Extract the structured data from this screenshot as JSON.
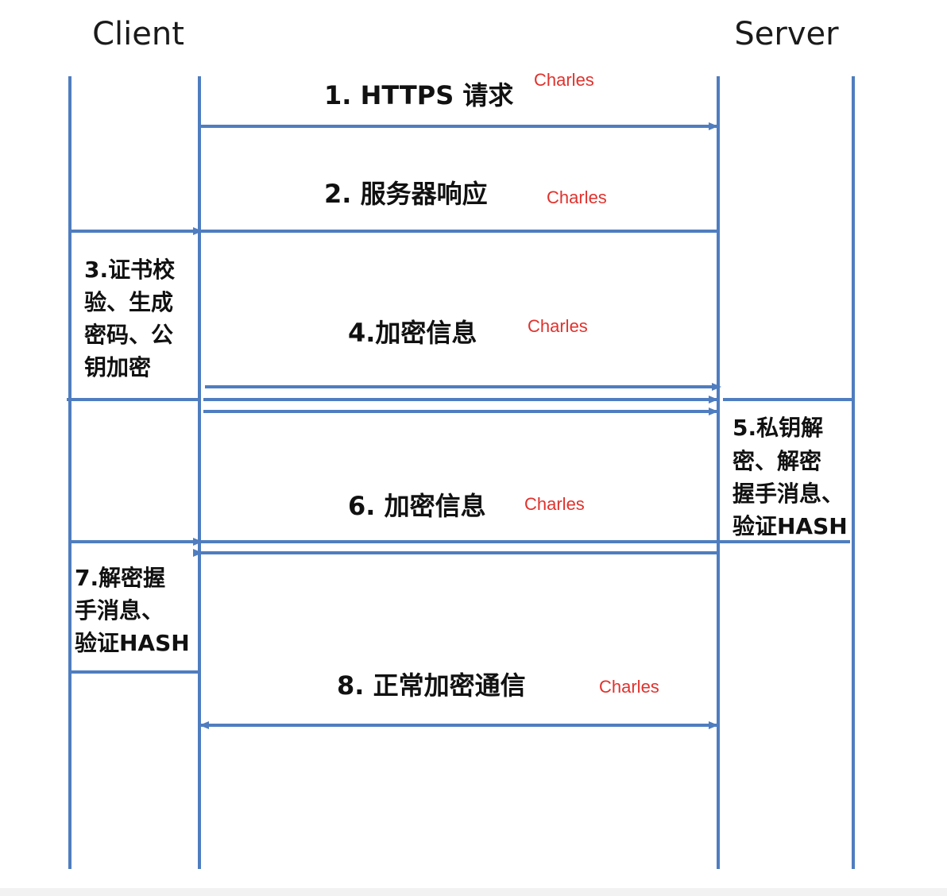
{
  "header": {
    "client_label": "Client",
    "server_label": "Server"
  },
  "steps": {
    "s1": "1. HTTPS 请求",
    "s2": "2. 服务器响应",
    "s4": "4.加密信息",
    "s6": "6. 加密信息",
    "s8": "8. 正常加密通信"
  },
  "mitm_label": "Charles",
  "client_processes": {
    "p3": [
      "3.证书校",
      "验、生成",
      "密码、公",
      "钥加密"
    ],
    "p7": [
      "7.解密握",
      "手消息、",
      "验证HASH"
    ]
  },
  "server_processes": {
    "p5": [
      "5.私钥解",
      "密、解密",
      "握手消息、",
      "验证HASH"
    ]
  },
  "colors": {
    "line": "#4f7dbf",
    "mitm_text": "#e0322d",
    "text": "#111111"
  }
}
